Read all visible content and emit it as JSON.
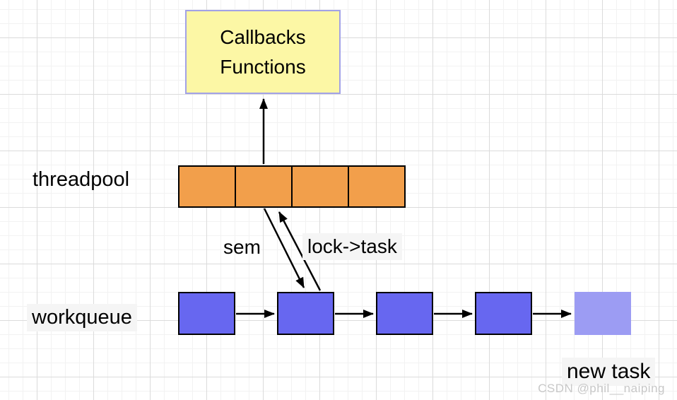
{
  "diagram": {
    "callbacks_box": {
      "line1": "Callbacks",
      "line2": "Functions"
    },
    "labels": {
      "threadpool": "threadpool",
      "workqueue": "workqueue",
      "sem": "sem",
      "lock_task": "lock->task",
      "new_task": "new task"
    },
    "threadpool_cell_count": 4,
    "workqueue_node_count": 4
  },
  "watermark": "CSDN @phil__naiping",
  "colors": {
    "grid_minor": "#F2F2F2",
    "grid_major": "#DBDBDB",
    "note_fill": "#FCF7A5",
    "note_border": "#A2A2E6",
    "thread_fill": "#F29F4B",
    "queue_fill": "#6767F0",
    "new_task_fill": "#9C9CF3",
    "shape_border": "#000000",
    "label_bg": "#F5F5F5",
    "text": "#000000",
    "watermark": "#C8C8C8"
  }
}
